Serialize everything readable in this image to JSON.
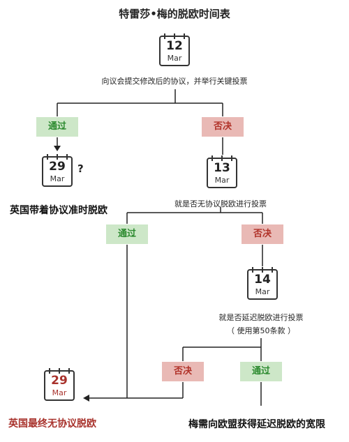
{
  "title": "特雷莎•梅的脱欧时间表",
  "steps": {
    "step1": {
      "day": "12",
      "month": "Mar",
      "text": "向议会提交修改后的协议，并举行关键投票"
    },
    "step2": {
      "day": "13",
      "month": "Mar",
      "text": "就是否无协议脱欧进行投票"
    },
    "step3": {
      "day": "14",
      "month": "Mar",
      "text": "就是否延迟脱欧进行投票",
      "note": "（ 使用第50条款 ）"
    }
  },
  "branches": {
    "pass1": "通过",
    "reject1": "否决",
    "pass2": "通过",
    "reject2": "否决",
    "reject3": "否决",
    "pass3": "通过"
  },
  "outcomes": {
    "deal_exit": {
      "day": "29",
      "month": "Mar",
      "text": "英国带着协议准时脱欧",
      "uncertain": "?"
    },
    "no_deal_exit": {
      "day": "29",
      "month": "Mar",
      "text": "英国最终无协议脱欧"
    },
    "delay": {
      "text": "梅需向欧盟获得延迟脱欧的宽限"
    }
  },
  "colors": {
    "pass_bg": "#cde7c8",
    "pass_text": "#2c8a2f",
    "reject_bg": "#e9b9b5",
    "reject_text": "#b03128",
    "no_deal_red": "#a8322c"
  }
}
